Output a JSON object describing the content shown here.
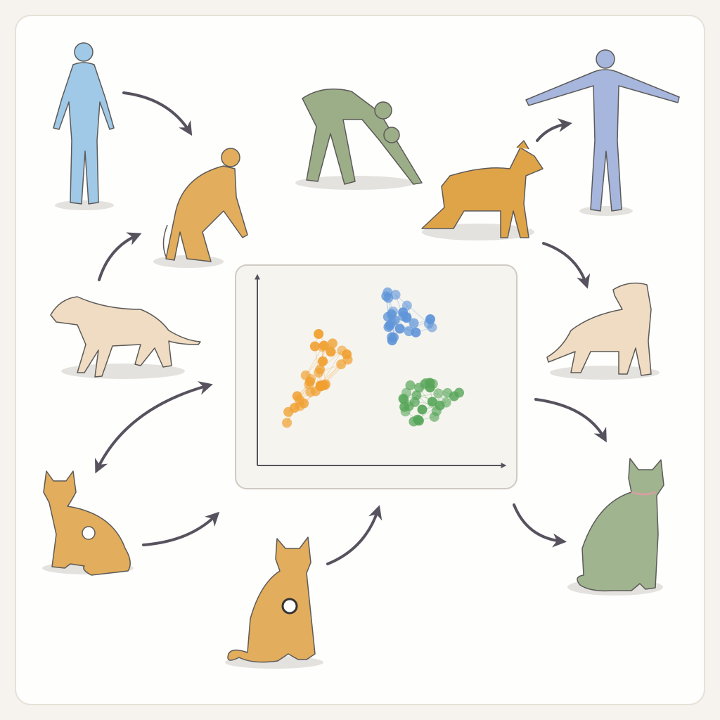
{
  "colors": {
    "background": "#f6f3ee",
    "card": "#fefefd",
    "panel": "#f6f4ef",
    "arrow": "#57525e",
    "human_blue": "#9fc9e6",
    "human_periwinkle": "#a6b6dd",
    "human_green": "#9cae88",
    "animal_orange": "#e2ad5c",
    "animal_cream": "#efdcc2",
    "cat_green": "#9fb48f",
    "cluster_orange": "#f0a030",
    "cluster_blue": "#5f95d8",
    "cluster_green": "#58a65a"
  },
  "figures": [
    "human-standing",
    "primate-quadruped",
    "human-bending",
    "dog-stretching",
    "human-t-pose",
    "cream-dog-left",
    "cream-dog-right",
    "cat-left",
    "cat-bottom",
    "cat-green"
  ],
  "clusters": [
    "orange",
    "blue",
    "green"
  ]
}
